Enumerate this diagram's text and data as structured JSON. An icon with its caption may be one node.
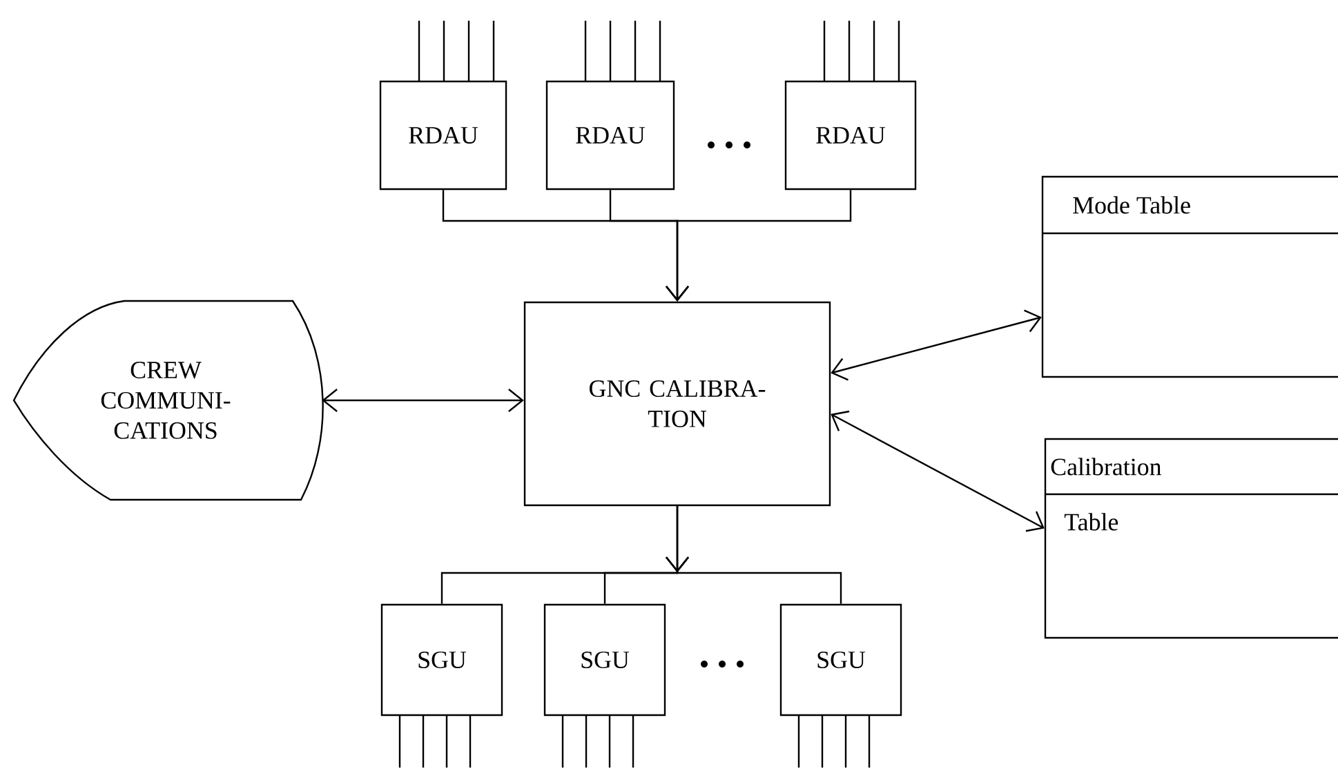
{
  "diagram": {
    "nodes": [
      {
        "text": [
          "RDAU"
        ]
      },
      {
        "text": [
          "RDAU"
        ]
      },
      {
        "text": [
          "RDAU"
        ]
      },
      {
        "text": [
          "CREW COMMUNI- CATIONS"
        ]
      },
      {
        "text": [
          "GNC CALIBRA- TION"
        ]
      },
      {
        "text": [
          "Mode Table"
        ]
      },
      {
        "text": [
          "Calibration",
          "Table"
        ]
      },
      {
        "text": [
          "SGU"
        ]
      },
      {
        "text": [
          "SGU"
        ]
      },
      {
        "text": [
          "SGU"
        ]
      }
    ],
    "edges": [
      {
        "from": 0,
        "to": 4,
        "arrow": "to"
      },
      {
        "from": 1,
        "to": 4,
        "arrow": "to"
      },
      {
        "from": 2,
        "to": 4,
        "arrow": "to"
      },
      {
        "from": 3,
        "to": 4,
        "arrow": "both"
      },
      {
        "from": 4,
        "to": 5,
        "arrow": "both"
      },
      {
        "from": 4,
        "to": 6,
        "arrow": "both"
      },
      {
        "from": 4,
        "to": 7,
        "arrow": "to"
      },
      {
        "from": 4,
        "to": 8,
        "arrow": "to"
      },
      {
        "from": 4,
        "to": 9,
        "arrow": "to"
      }
    ]
  }
}
